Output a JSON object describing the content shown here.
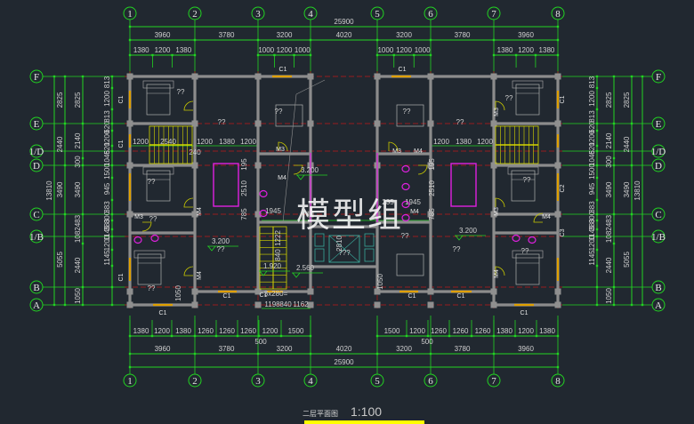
{
  "drawing": {
    "title": "二层平面图",
    "scale": "1:100",
    "watermark": "模型组"
  },
  "colors": {
    "background": "#212830",
    "dimension_line": "#22d322",
    "wall": "#8c8c8c",
    "axis_line": "#c01818",
    "window": "#e0a000",
    "stair": "#d6d600",
    "fixture": "#e020e0",
    "furniture": "#b0b0b0",
    "elevator": "#3aa89a"
  },
  "axes": {
    "columns": [
      "1",
      "2",
      "3",
      "4",
      "5",
      "6",
      "7",
      "8"
    ],
    "rows_left": [
      "F",
      "E",
      "1/D",
      "D",
      "C",
      "1/B",
      "B",
      "A"
    ],
    "rows_right": [
      "F",
      "E",
      "1/D",
      "D",
      "C",
      "1/B",
      "B",
      "A"
    ]
  },
  "dimensions": {
    "top_total": "25900",
    "top_bays": [
      "3960",
      "3780",
      "3200",
      "4020",
      "3200",
      "3780",
      "3960"
    ],
    "top_openings": [
      [
        "1380",
        "1200",
        "1380"
      ],
      [
        "1000",
        "1200",
        "1000"
      ],
      [
        "1000",
        "1200",
        "1000"
      ],
      [
        "1380",
        "1200",
        "1380"
      ]
    ],
    "bottom_total": "25900",
    "bottom_bays": [
      "3960",
      "3780",
      "3200",
      "4020",
      "3200",
      "3780",
      "3960"
    ],
    "bottom_openings_left": [
      "1380",
      "1200",
      "1380",
      "1260",
      "1260",
      "1260",
      "1200",
      "1500"
    ],
    "bottom_openings_right": [
      "1500",
      "1200",
      "1260",
      "1260",
      "1260",
      "1380",
      "1200",
      "1380"
    ],
    "bottom_500": [
      "500",
      "500"
    ],
    "left_outer": "13810",
    "left_second": [
      "2825",
      "2440",
      "3490",
      "5055"
    ],
    "left_third": [
      "2825",
      "2140",
      "300",
      "3490",
      "1082483",
      "2440",
      "1050"
    ],
    "left_fourth": [
      "813",
      "1200",
      "813",
      "620",
      "1200",
      "620",
      "1045",
      "1500",
      "945",
      "383",
      "800",
      "383",
      "1145",
      "1200",
      "1145"
    ],
    "right_outer": "13810",
    "right_second": [
      "2825",
      "2440",
      "3490",
      "5055"
    ],
    "right_third": [
      "2825",
      "2140",
      "300",
      "3490",
      "1082483",
      "2440",
      "1050"
    ],
    "right_fourth": [
      "813",
      "1200",
      "813",
      "620",
      "1200",
      "620",
      "1045",
      "1500",
      "945",
      "383",
      "800",
      "383",
      "1145",
      "1200",
      "1145"
    ],
    "interior": [
      "1200",
      "2540",
      "1200",
      "1380",
      "1200",
      "240",
      "1200",
      "1380",
      "1200",
      "195",
      "2510",
      "785",
      "1945",
      "1945",
      "235",
      "195",
      "2510",
      "785",
      "1222",
      "840",
      "1050",
      "1050",
      "1198",
      "840",
      "1162",
      "3x280="
    ]
  },
  "levels": [
    "3.200",
    "3.200",
    "3.200",
    "1.920",
    "2.560"
  ],
  "room_labels": "??",
  "doors": [
    "M3",
    "M4",
    "M3",
    "M4",
    "M4",
    "M3",
    "M4",
    "M3",
    "M4",
    "M3",
    "M4",
    "M4"
  ],
  "windows": [
    "C1",
    "C1",
    "C1",
    "C1",
    "C1",
    "C1",
    "C1",
    "C1",
    "C1",
    "C1",
    "C1",
    "C1",
    "C2",
    "C3"
  ],
  "elevator_label": "???",
  "elevator_dim": "2810"
}
